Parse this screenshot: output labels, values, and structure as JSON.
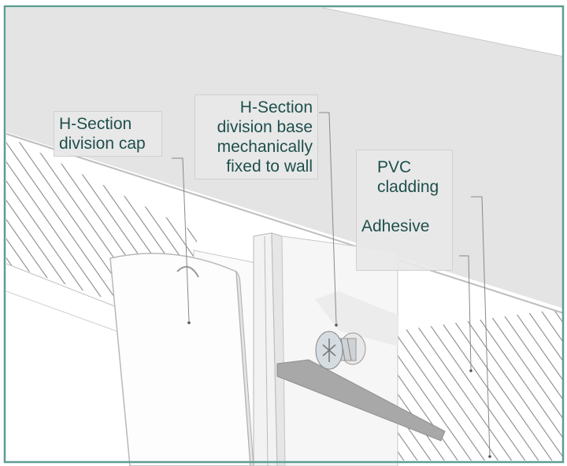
{
  "diagram": {
    "labels": {
      "cap": {
        "line1": "H-Section",
        "line2": "division cap"
      },
      "base": {
        "line1": "H-Section",
        "line2": "division base",
        "line3": "mechanically",
        "line4": "fixed to wall"
      },
      "cladding": {
        "line1": "PVC",
        "line2": "cladding"
      },
      "adhesive": {
        "line1": "Adhesive"
      }
    },
    "colors": {
      "frame": "#5e9c93",
      "text": "#1e4f4c",
      "wall": "#e2e2e2",
      "hatch": "#9a9a9a"
    }
  }
}
